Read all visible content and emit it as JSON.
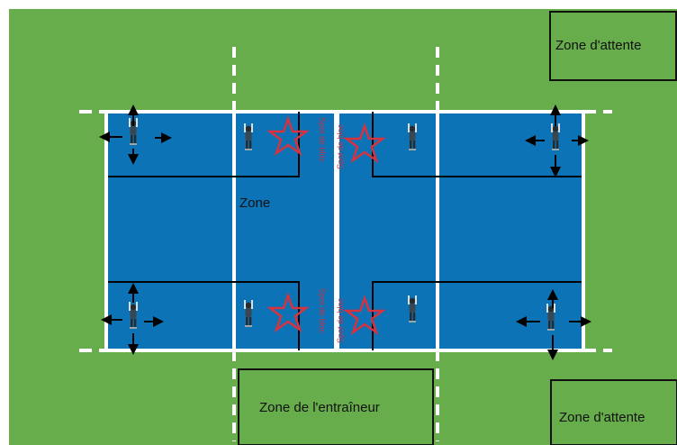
{
  "colors": {
    "grass": "#68ad4b",
    "court": "#0b73b6",
    "court_line": "#ffffff",
    "zone_border": "#111111",
    "star": "#d8323f"
  },
  "labels": {
    "waiting_zone_top": "Zone d'attente",
    "waiting_zone_bottom": "Zone d'attente",
    "coach_zone": "Zone de l'entraîneur",
    "court_zone": "Zone",
    "block_spot": "Spot de bloc"
  },
  "icons": [
    "player-icon",
    "target-star-icon",
    "move-arrows-icon"
  ]
}
